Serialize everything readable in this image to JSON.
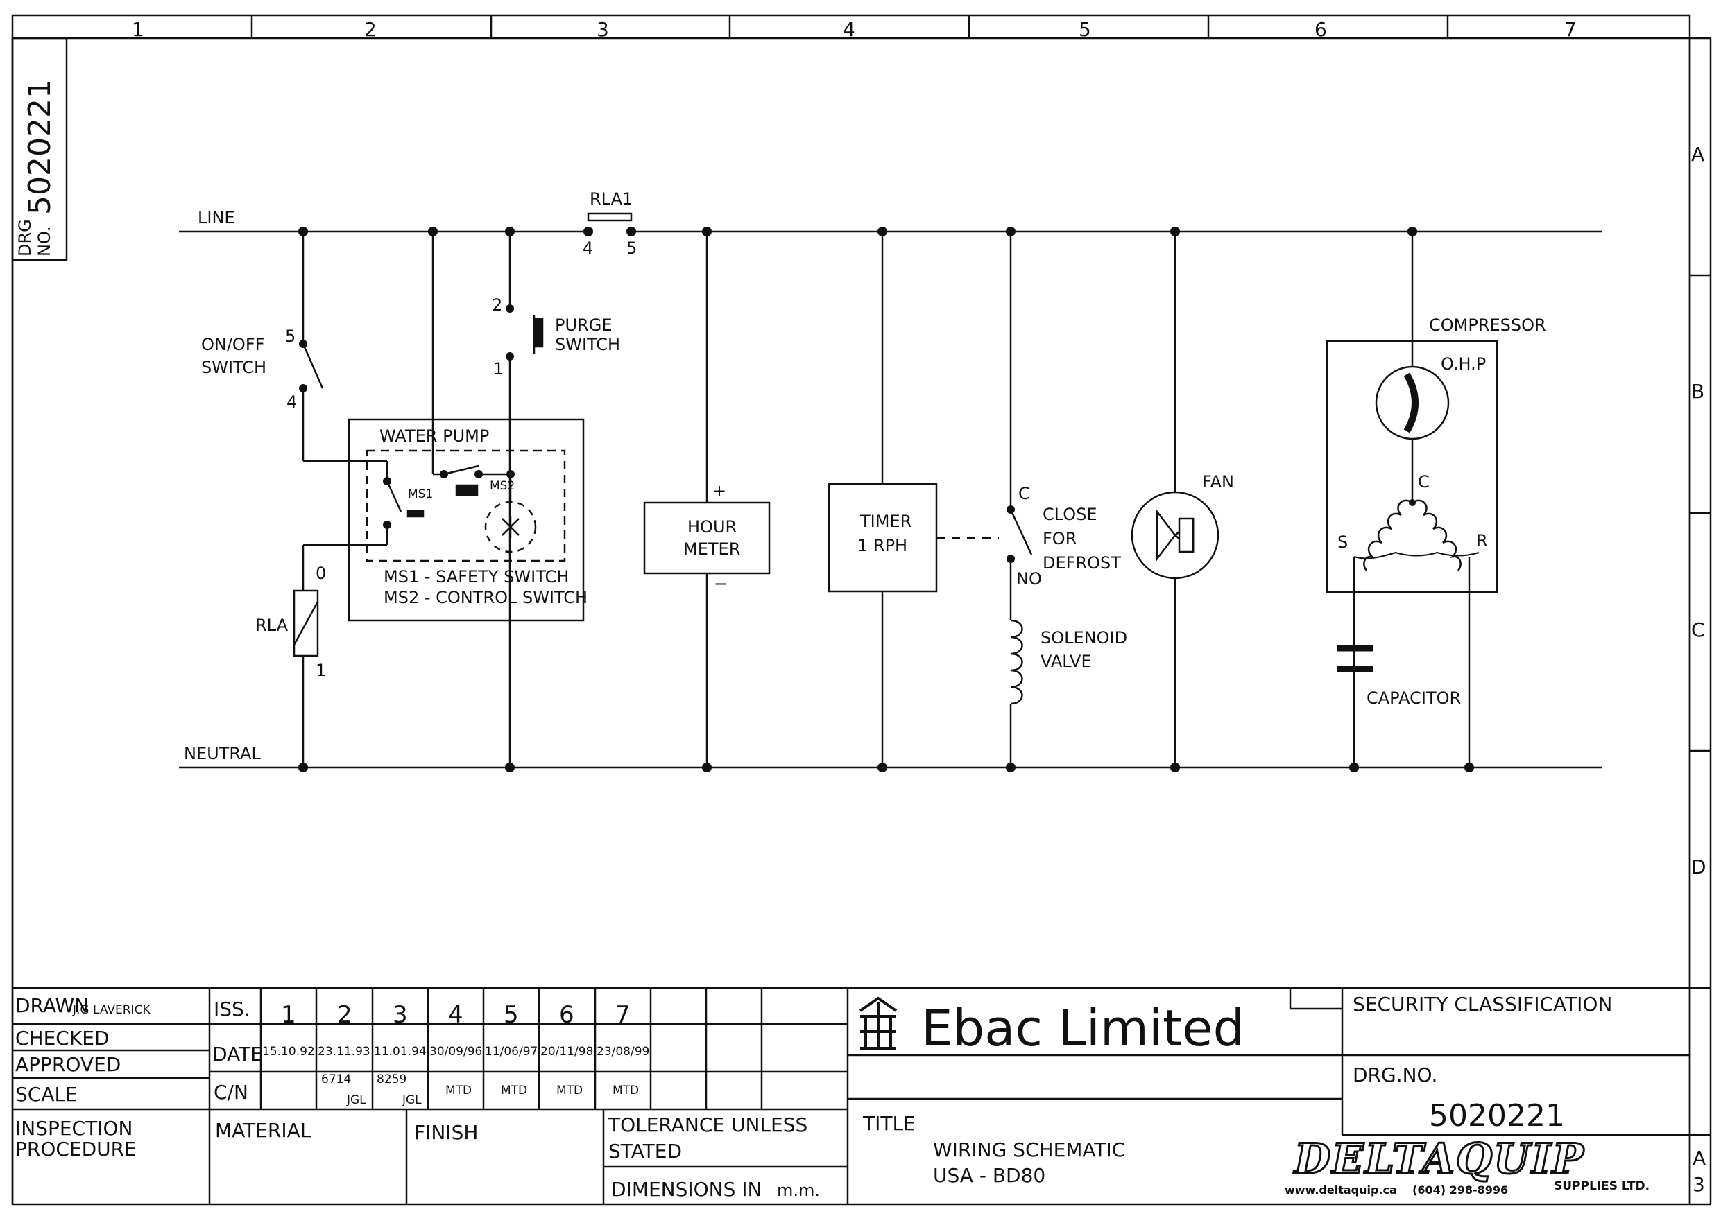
{
  "border": {
    "columns": [
      "1",
      "2",
      "3",
      "4",
      "5",
      "6",
      "7"
    ],
    "rows": [
      "A",
      "B",
      "C",
      "D"
    ]
  },
  "corner_stamp": {
    "drg": "DRG",
    "no": "NO.",
    "number": "5020221"
  },
  "schematic": {
    "line": "LINE",
    "neutral": "NEUTRAL",
    "rla1": "RLA1",
    "rla1_pin4": "4",
    "rla1_pin5": "5",
    "onoff_line1": "ON/OFF",
    "onoff_line2": "SWITCH",
    "onoff_pin5": "5",
    "onoff_pin4": "4",
    "purge_line1": "PURGE",
    "purge_line2": "SWITCH",
    "purge_pin2": "2",
    "purge_pin1": "1",
    "water_pump": "WATER PUMP",
    "ms1": "MS1",
    "ms2": "MS2",
    "ms1_legend": "MS1 - SAFETY SWITCH",
    "ms2_legend": "MS2 - CONTROL SWITCH",
    "rla": "RLA",
    "rla_pin0": "0",
    "rla_pin1": "1",
    "hour_line1": "HOUR",
    "hour_line2": "METER",
    "hour_plus": "+",
    "hour_minus": "−",
    "timer_line1": "TIMER",
    "timer_line2": "1 RPH",
    "defrost_c": "C",
    "defrost_no": "NO",
    "defrost_line1": "CLOSE",
    "defrost_line2": "FOR",
    "defrost_line3": "DEFROST",
    "solenoid_line1": "SOLENOID",
    "solenoid_line2": "VALVE",
    "fan": "FAN",
    "compressor": "COMPRESSOR",
    "ohp": "O.H.P",
    "comp_c": "C",
    "comp_s": "S",
    "comp_r": "R",
    "capacitor": "CAPACITOR"
  },
  "title_block": {
    "drawn_label": "DRAWN",
    "drawn_by": "J.G LAVERICK",
    "checked_label": "CHECKED",
    "approved_label": "APPROVED",
    "scale_label": "SCALE",
    "inspection_line1": "INSPECTION",
    "inspection_line2": "PROCEDURE",
    "material_label": "MATERIAL",
    "finish_label": "FINISH",
    "tolerance_line1": "TOLERANCE UNLESS",
    "tolerance_line2": "STATED",
    "dimensions": "DIMENSIONS IN",
    "dimensions_unit": "m.m.",
    "iss_label": "ISS.",
    "date_label": "DATE",
    "cn_label": "C/N",
    "issues": [
      {
        "num": "1",
        "date": "15.10.92",
        "cn_top": "",
        "cn_bottom": ""
      },
      {
        "num": "2",
        "date": "23.11.93",
        "cn_top": "6714",
        "cn_bottom": "JGL"
      },
      {
        "num": "3",
        "date": "11.01.94",
        "cn_top": "8259",
        "cn_bottom": "JGL"
      },
      {
        "num": "4",
        "date": "30/09/96",
        "cn_top": "",
        "cn_bottom": "MTD"
      },
      {
        "num": "5",
        "date": "11/06/97",
        "cn_top": "",
        "cn_bottom": "MTD"
      },
      {
        "num": "6",
        "date": "20/11/98",
        "cn_top": "",
        "cn_bottom": "MTD"
      },
      {
        "num": "7",
        "date": "23/08/99",
        "cn_top": "",
        "cn_bottom": "MTD"
      }
    ],
    "company": "Ebac Limited",
    "title_label": "TITLE",
    "title_line1": "WIRING SCHEMATIC",
    "title_line2": "USA - BD80",
    "security_label": "SECURITY CLASSIFICATION",
    "drgno_label": "DRG.NO.",
    "drg_number": "5020221",
    "sheet_size_a": "A",
    "sheet_size_3": "3",
    "deltaquip_logo": "DELTAQUIP",
    "deltaquip_sub": "SUPPLIES LTD.",
    "deltaquip_url": "www.deltaquip.ca",
    "deltaquip_phone": "(604) 298-8996"
  }
}
